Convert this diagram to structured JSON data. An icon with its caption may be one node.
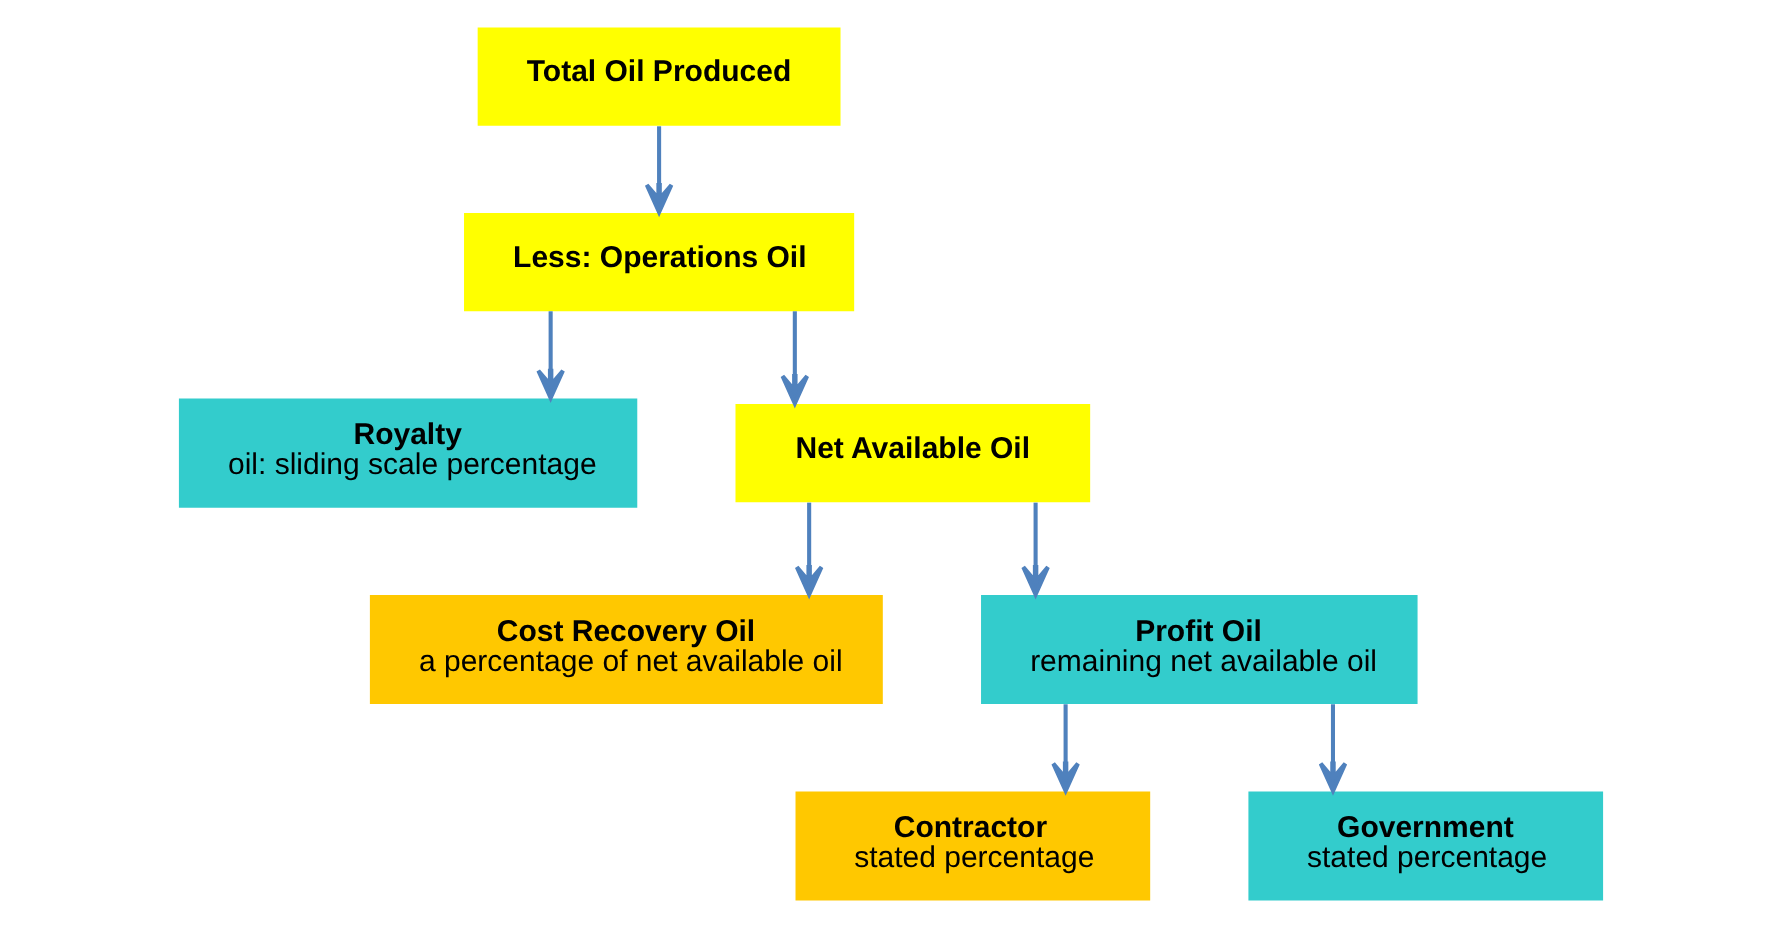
{
  "diagram": {
    "nodes": [
      {
        "text": [
          "Total Oil Produced"
        ]
      },
      {
        "text": [
          "Less: Operations Oil"
        ]
      },
      {
        "text": [
          "Royalty",
          "oil: sliding scale percentage"
        ]
      },
      {
        "text": [
          "Net Available Oil"
        ]
      },
      {
        "text": [
          "Cost Recovery Oil",
          "a percentage of net available oil"
        ]
      },
      {
        "text": [
          "Profit Oil",
          "remaining net available oil"
        ]
      },
      {
        "text": [
          "Contractor",
          "stated percentage"
        ]
      },
      {
        "text": [
          "Government",
          "stated percentage"
        ]
      }
    ],
    "edges": [
      {
        "from": 0,
        "to": 1,
        "arrow": "to"
      },
      {
        "from": 1,
        "to": 2,
        "arrow": "to"
      },
      {
        "from": 1,
        "to": 3,
        "arrow": "to"
      },
      {
        "from": 3,
        "to": 4,
        "arrow": "to"
      },
      {
        "from": 3,
        "to": 5,
        "arrow": "to"
      },
      {
        "from": 5,
        "to": 6,
        "arrow": "to"
      },
      {
        "from": 5,
        "to": 7,
        "arrow": "to"
      }
    ]
  }
}
